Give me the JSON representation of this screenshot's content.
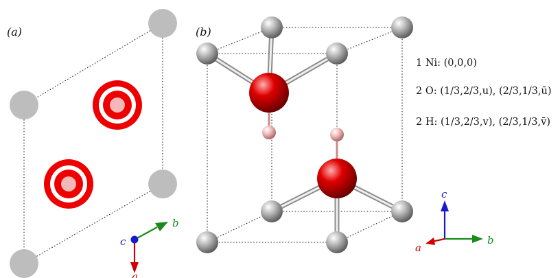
{
  "panels": {
    "a": {
      "label": "(a)"
    },
    "b": {
      "label": "(b)"
    }
  },
  "axes_a": {
    "a": "a",
    "b": "b",
    "c": "c"
  },
  "axes_b": {
    "a": "a",
    "b": "b",
    "c": "c"
  },
  "atoms": {
    "ni": "1 Ni: (0,0,0)",
    "o": "2 O: (1/3,2/3,u), (2/3,1/3,ū)",
    "h": "2 H: (1/3,2/3,v), (2/3,1/3,v̄)"
  },
  "colors": {
    "ni": "#b5b5b5",
    "o": "#e60000",
    "h": "#f2b8b8",
    "axis_a": "#cc0000",
    "axis_b": "#1a8a1a",
    "axis_c": "#1a1acc"
  }
}
